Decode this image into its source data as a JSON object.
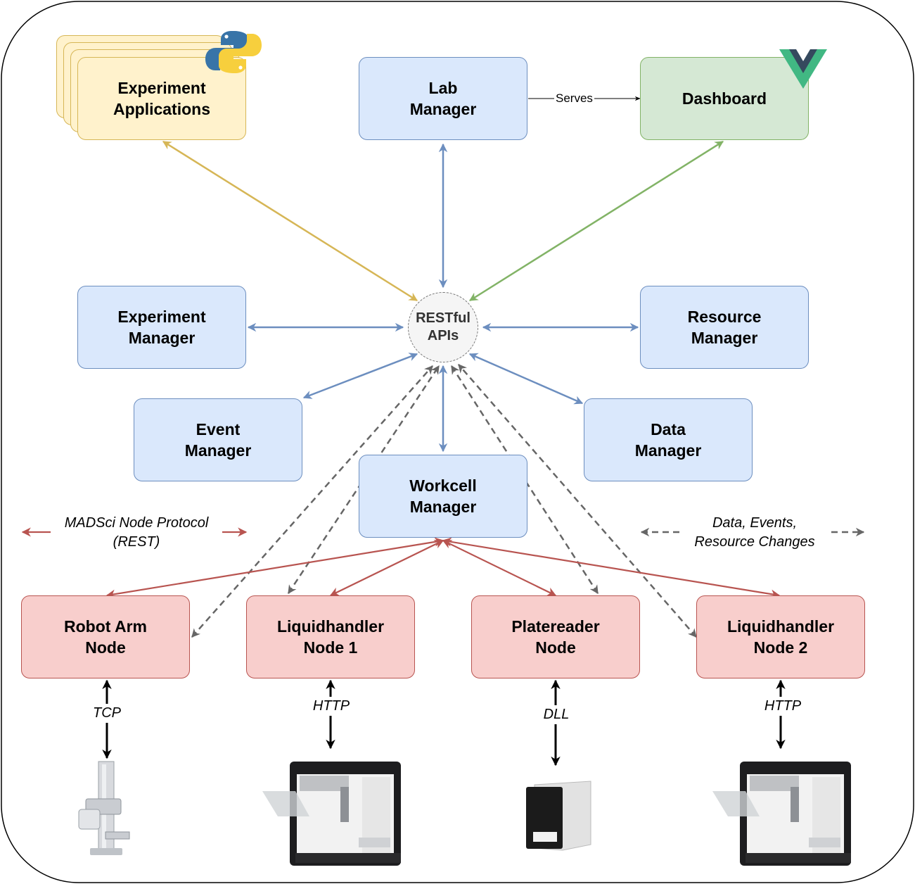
{
  "boxes": {
    "experiment_applications": [
      "Experiment",
      "Applications"
    ],
    "lab_manager": [
      "Lab",
      "Manager"
    ],
    "dashboard": [
      "Dashboard"
    ],
    "experiment_manager": [
      "Experiment",
      "Manager"
    ],
    "resource_manager": [
      "Resource",
      "Manager"
    ],
    "event_manager": [
      "Event",
      "Manager"
    ],
    "data_manager": [
      "Data",
      "Manager"
    ],
    "workcell_manager": [
      "Workcell",
      "Manager"
    ],
    "robot_arm_node": [
      "Robot Arm",
      "Node"
    ],
    "liquidhandler_node_1": [
      "Liquidhandler",
      "Node 1"
    ],
    "platereader_node": [
      "Platereader",
      "Node"
    ],
    "liquidhandler_node_2": [
      "Liquidhandler",
      "Node 2"
    ]
  },
  "center": [
    "RESTful",
    "APIs"
  ],
  "edge_labels": {
    "serves": "Serves",
    "tcp": "TCP",
    "http_1": "HTTP",
    "dll": "DLL",
    "http_2": "HTTP"
  },
  "legend": {
    "protocol": [
      "MADSci Node Protocol",
      "(REST)"
    ],
    "data": [
      "Data, Events,",
      "Resource Changes"
    ]
  },
  "icons": {
    "python": "python-logo-icon",
    "vue": "vue-logo-icon",
    "robot_arm": "robot-arm-device-icon",
    "liquidhandler": "liquidhandler-device-icon",
    "platereader": "platereader-device-icon"
  },
  "colors": {
    "blue_arrow": "#6c8ebf",
    "yellow_arrow": "#d6b656",
    "green_arrow": "#82b366",
    "red_arrow": "#b85450",
    "dashed_arrow": "#666666"
  }
}
